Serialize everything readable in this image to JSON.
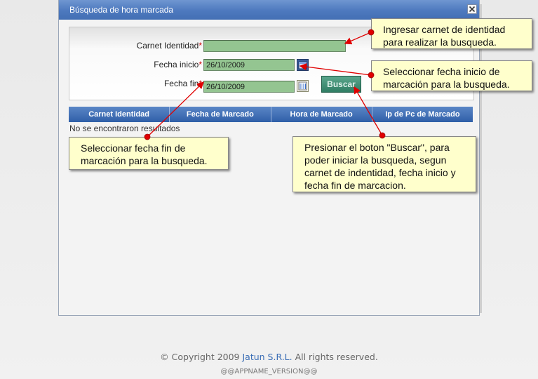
{
  "dialog": {
    "title": "Búsqueda de hora marcada",
    "close_icon": "close-icon"
  },
  "form": {
    "carnet_label": "Carnet Identidad",
    "carnet_value": "",
    "fecha_inicio_label": "Fecha inicio",
    "fecha_inicio_value": "26/10/2009",
    "fecha_fin_label": "Fecha fin",
    "fecha_fin_value": "26/10/2009",
    "required_mark": "*",
    "search_button": "Buscar"
  },
  "table": {
    "columns": [
      "Carnet Identidad",
      "Fecha de Marcado",
      "Hora de Marcado",
      "Ip de Pc de Marcado"
    ],
    "empty_message": "No se encontraron resultados"
  },
  "tooltips": {
    "carnet": [
      "Ingresar carnet de identidad",
      "para realizar la busqueda."
    ],
    "fecha_inicio": [
      "Seleccionar fecha inicio de",
      "marcación para la busqueda."
    ],
    "fecha_fin": [
      "Seleccionar fecha fin de",
      "marcación para la busqueda."
    ],
    "buscar": [
      "Presionar el boton \"Buscar\", para",
      "poder iniciar la busqueda, segun",
      "carnet de indentidad, fecha inicio y",
      "fecha fin de marcacion."
    ]
  },
  "footer": {
    "copyright_prefix": "© Copyright 2009 ",
    "company": "Jatun S.R.L.",
    "copyright_suffix": " All rights reserved.",
    "version": "@@APPNAME_VERSION@@"
  },
  "colors": {
    "titlebar": "#4d79be",
    "input_bg": "#94c591",
    "button_bg": "#2f7d63",
    "tooltip_bg": "#ffffcc",
    "callout_red": "#e00000"
  }
}
